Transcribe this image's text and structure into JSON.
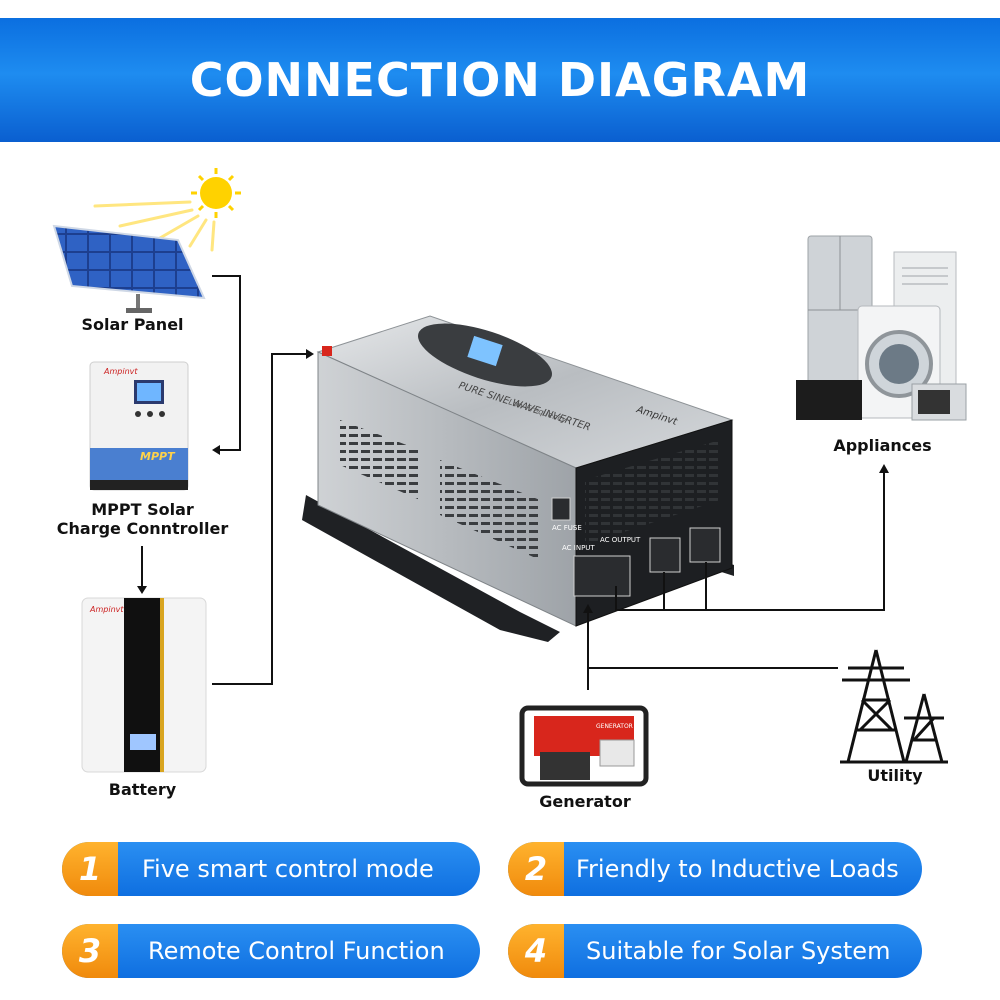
{
  "header": {
    "title": "CONNECTION DIAGRAM"
  },
  "components": {
    "solar_panel": "Solar Panel",
    "charge_controller_line1": "MPPT Solar",
    "charge_controller_line2": "Charge Conntroller",
    "battery": "Battery",
    "appliances": "Appliances",
    "generator": "Generator",
    "utility": "Utility"
  },
  "device_text": {
    "controller_brand": "Ampinvt",
    "controller_mppt": "MPPT",
    "inverter_brand": "Ampinvt",
    "inverter_model": "PURE SINE WAVE INVERTER",
    "inverter_sub": "Low Frequency",
    "ac_fuse": "AC FUSE",
    "ac_input": "AC INPUT",
    "ac_output": "AC OUTPUT",
    "generator_brand": "GENERATOR"
  },
  "features": [
    {
      "number": "1",
      "text": "Five smart control mode"
    },
    {
      "number": "2",
      "text": "Friendly to Inductive Loads"
    },
    {
      "number": "3",
      "text": "Remote Control Function"
    },
    {
      "number": "4",
      "text": "Suitable for Solar System"
    }
  ],
  "colors": {
    "header": "#1677e8",
    "pill": "#1a7fec",
    "badge": "#f59a16",
    "wire": "#111111"
  }
}
